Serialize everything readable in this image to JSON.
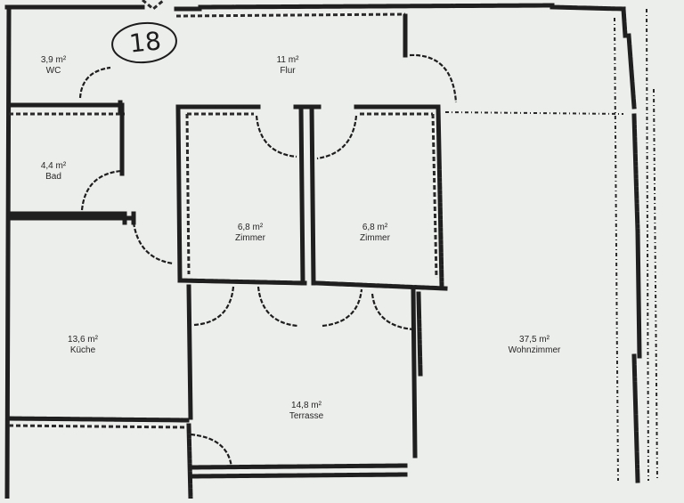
{
  "unit": {
    "number": "18"
  },
  "rooms": [
    {
      "id": "wc",
      "area": "3,9 m²",
      "name": "WC"
    },
    {
      "id": "flur",
      "area": "11 m²",
      "name": "Flur"
    },
    {
      "id": "bad",
      "area": "4,4 m²",
      "name": "Bad"
    },
    {
      "id": "zimmer1",
      "area": "6,8 m²",
      "name": "Zimmer"
    },
    {
      "id": "zimmer2",
      "area": "6,8 m²",
      "name": "Zimmer"
    },
    {
      "id": "kueche",
      "area": "13,6 m²",
      "name": "Küche"
    },
    {
      "id": "wohnzimmer",
      "area": "37,5 m²",
      "name": "Wohnzimmer"
    },
    {
      "id": "terrasse",
      "area": "14,8 m²",
      "name": "Terrasse"
    }
  ]
}
